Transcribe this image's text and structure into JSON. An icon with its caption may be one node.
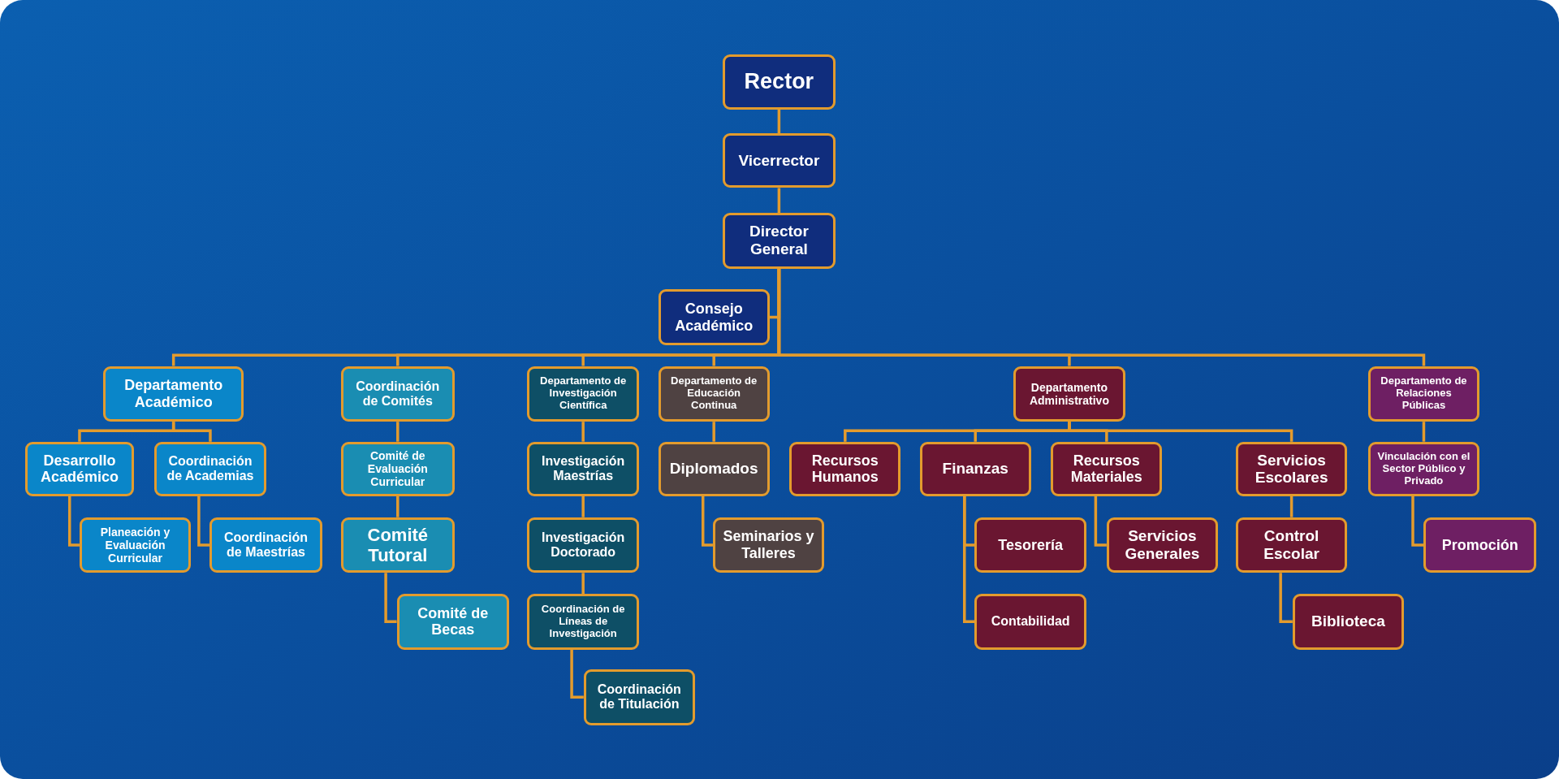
{
  "diagram": {
    "nodes": [
      {
        "text": [
          "Rector"
        ]
      },
      {
        "text": [
          "Vicerrector"
        ]
      },
      {
        "text": [
          "Director General"
        ]
      },
      {
        "text": [
          "Consejo Académico"
        ]
      },
      {
        "text": [
          "Departamento Académico"
        ]
      },
      {
        "text": [
          "Coordinación de Comités"
        ]
      },
      {
        "text": [
          "Departamento de Investigación Científica"
        ]
      },
      {
        "text": [
          "Departamento de Educación Continua"
        ]
      },
      {
        "text": [
          "Departamento Administrativo"
        ]
      },
      {
        "text": [
          "Departamento de Relaciones Públicas"
        ]
      },
      {
        "text": [
          "Desarrollo Académico"
        ]
      },
      {
        "text": [
          "Coordinación de Academias"
        ]
      },
      {
        "text": [
          "Planeación y Evaluación Curricular"
        ]
      },
      {
        "text": [
          "Coordinación de Maestrías"
        ]
      },
      {
        "text": [
          "Comité de Evaluación Curricular"
        ]
      },
      {
        "text": [
          "Comité Tutoral"
        ]
      },
      {
        "text": [
          "Comité de Becas"
        ]
      },
      {
        "text": [
          "Investigación Maestrías"
        ]
      },
      {
        "text": [
          "Investigación Doctorado"
        ]
      },
      {
        "text": [
          "Coordinación de Líneas de Investigación"
        ]
      },
      {
        "text": [
          "Coordinación de Titulación"
        ]
      },
      {
        "text": [
          "Diplomados"
        ]
      },
      {
        "text": [
          "Seminarios y Talleres"
        ]
      },
      {
        "text": [
          "Recursos Humanos"
        ]
      },
      {
        "text": [
          "Finanzas"
        ]
      },
      {
        "text": [
          "Tesorería"
        ]
      },
      {
        "text": [
          "Contabilidad"
        ]
      },
      {
        "text": [
          "Recursos Materiales"
        ]
      },
      {
        "text": [
          "Servicios Generales"
        ]
      },
      {
        "text": [
          "Servicios Escolares"
        ]
      },
      {
        "text": [
          "Control Escolar"
        ]
      },
      {
        "text": [
          "Biblioteca"
        ]
      },
      {
        "text": [
          "Vinculación con el Sector Público y Privado"
        ]
      },
      {
        "text": [
          "Promoción"
        ]
      }
    ],
    "edges": [
      {
        "from": 0,
        "to": 1,
        "arrow": "none"
      },
      {
        "from": 1,
        "to": 2,
        "arrow": "none"
      },
      {
        "from": 2,
        "to": 3,
        "arrow": "none"
      },
      {
        "from": 2,
        "to": 4,
        "arrow": "none"
      },
      {
        "from": 2,
        "to": 5,
        "arrow": "none"
      },
      {
        "from": 2,
        "to": 6,
        "arrow": "none"
      },
      {
        "from": 2,
        "to": 7,
        "arrow": "none"
      },
      {
        "from": 2,
        "to": 8,
        "arrow": "none"
      },
      {
        "from": 2,
        "to": 9,
        "arrow": "none"
      },
      {
        "from": 4,
        "to": 10,
        "arrow": "none"
      },
      {
        "from": 4,
        "to": 11,
        "arrow": "none"
      },
      {
        "from": 10,
        "to": 12,
        "arrow": "none"
      },
      {
        "from": 11,
        "to": 13,
        "arrow": "none"
      },
      {
        "from": 5,
        "to": 14,
        "arrow": "none"
      },
      {
        "from": 14,
        "to": 15,
        "arrow": "none"
      },
      {
        "from": 15,
        "to": 16,
        "arrow": "none"
      },
      {
        "from": 6,
        "to": 17,
        "arrow": "none"
      },
      {
        "from": 17,
        "to": 18,
        "arrow": "none"
      },
      {
        "from": 18,
        "to": 19,
        "arrow": "none"
      },
      {
        "from": 19,
        "to": 20,
        "arrow": "none"
      },
      {
        "from": 7,
        "to": 21,
        "arrow": "none"
      },
      {
        "from": 21,
        "to": 22,
        "arrow": "none"
      },
      {
        "from": 8,
        "to": 23,
        "arrow": "none"
      },
      {
        "from": 8,
        "to": 24,
        "arrow": "none"
      },
      {
        "from": 8,
        "to": 27,
        "arrow": "none"
      },
      {
        "from": 8,
        "to": 29,
        "arrow": "none"
      },
      {
        "from": 24,
        "to": 25,
        "arrow": "none"
      },
      {
        "from": 24,
        "to": 26,
        "arrow": "none"
      },
      {
        "from": 27,
        "to": 28,
        "arrow": "none"
      },
      {
        "from": 29,
        "to": 30,
        "arrow": "none"
      },
      {
        "from": 30,
        "to": 31,
        "arrow": "none"
      },
      {
        "from": 9,
        "to": 32,
        "arrow": "none"
      },
      {
        "from": 32,
        "to": 33,
        "arrow": "none"
      }
    ]
  }
}
